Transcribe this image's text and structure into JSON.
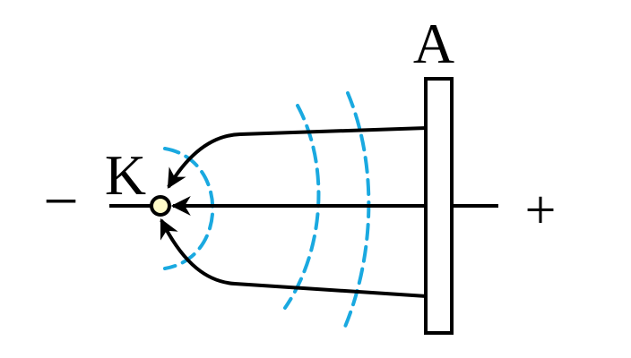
{
  "labels": {
    "anode": "A",
    "cathode": "K",
    "minus": "−",
    "plus": "+"
  },
  "colors": {
    "line": "#000000",
    "equipotential": "#1aa9e0",
    "cathode_fill": "#fffbc8",
    "background": "#ffffff"
  },
  "icons": {
    "field_arrow": "arrowhead",
    "cathode_point": "circle"
  }
}
